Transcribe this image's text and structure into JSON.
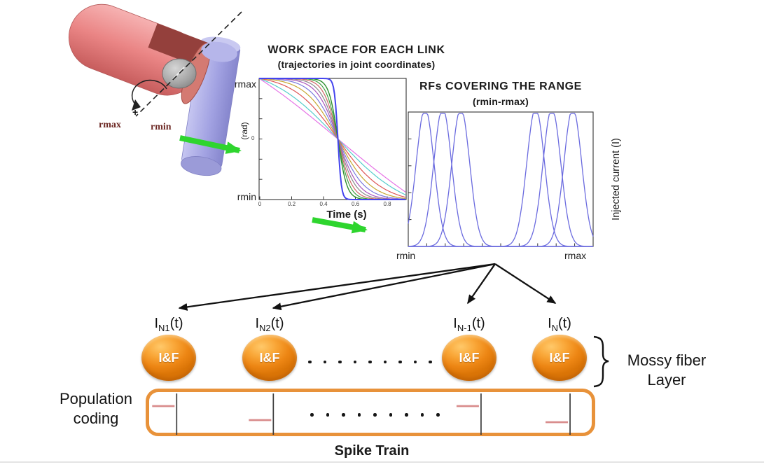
{
  "joint": {
    "label_rmax": "rmax",
    "label_rmin": "rmin",
    "plus_sign": "+"
  },
  "workspace_plot": {
    "title": "WORK SPACE FOR EACH LINK",
    "subtitle": "(trajectories in joint coordinates)",
    "xlabel": "Time (s)",
    "ylabel": "(rad)",
    "ytick_top": "rmax",
    "ytick_mid": "0",
    "ytick_bottom": "rmin",
    "xtick_labels": [
      "0",
      "0.2",
      "0.4",
      "0.6",
      "0.8"
    ],
    "curves": [
      {
        "k": 2,
        "color": "#e673e6",
        "w": 1.2
      },
      {
        "k": 4.5,
        "color": "#55cccc",
        "w": 1.2
      },
      {
        "k": 7,
        "color": "#dd5555",
        "w": 1.2
      },
      {
        "k": 9.5,
        "color": "#c8a832",
        "w": 1.2
      },
      {
        "k": 12,
        "color": "#7b7bdd",
        "w": 1.2
      },
      {
        "k": 15,
        "color": "#aa55bb",
        "w": 1.2
      },
      {
        "k": 18,
        "color": "#8a8a8a",
        "w": 1.2
      },
      {
        "k": 22,
        "color": "#d06666",
        "w": 1.2
      },
      {
        "k": 27,
        "color": "#44a044",
        "w": 1.2
      },
      {
        "k": 35,
        "color": "#2d8f2d",
        "w": 1.4
      },
      {
        "k": 90,
        "color": "#4444ee",
        "w": 2.0
      }
    ]
  },
  "rf_plot": {
    "title": "RFs COVERING THE RANGE",
    "subtitle": "(rmin-rmax)",
    "ylabel_right": "Injected current (I)",
    "xtick_left": "rmin",
    "xtick_right": "rmax",
    "curve_color": "#6b6bdf",
    "centers": [
      0.091,
      0.186,
      0.284,
      0.689,
      0.777,
      0.89
    ],
    "sigma": 0.048,
    "amplitude": 1.04
  },
  "neurons": {
    "core_label": "I&F",
    "items": [
      {
        "pre": "I",
        "sub": "N1",
        "post": "(t)"
      },
      {
        "pre": "I",
        "sub": "N2",
        "post": "(t)"
      },
      {
        "pre": "I",
        "sub": "N-1",
        "post": "(t)"
      },
      {
        "pre": "I",
        "sub": "N",
        "post": "(t)"
      }
    ],
    "dots_count": 9
  },
  "spike_box": {
    "dots_count": 9,
    "spikes": [
      {
        "x": 0.069,
        "pink_y": 0.368
      },
      {
        "x": 0.284,
        "pink_y": 0.662
      },
      {
        "x": 0.746,
        "pink_y": 0.368
      },
      {
        "x": 0.944,
        "pink_y": 0.706
      }
    ]
  },
  "labels": {
    "mossy_line1": "Mossy fiber",
    "mossy_line2": "Layer",
    "population_line1": "Population",
    "population_line2": "coding",
    "spike_train": "Spike Train"
  },
  "colors": {
    "box_orange": "#e8923a",
    "neuron_orange": "#f09222",
    "green_arrow": "#2ed52e",
    "spike_line": "#3c3c3c",
    "spike_pink": "#d98d8d",
    "rf_curve_blue": "#6b6bdf",
    "joint_red": "#e88a8a",
    "joint_blue": "#9e9ee0",
    "maroon_text": "#6e2a26"
  }
}
